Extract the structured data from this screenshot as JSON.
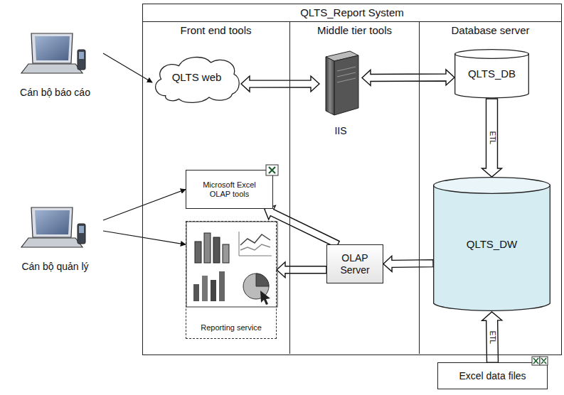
{
  "diagram": {
    "nodes": [
      {
        "text": [
          "QLTS_Report System"
        ]
      },
      {
        "text": [
          "Front end tools"
        ],
        "in": 0
      },
      {
        "text": [
          "Middle tier tools"
        ],
        "in": 0
      },
      {
        "text": [
          "Database server"
        ],
        "in": 0
      },
      {
        "text": [
          "Cán bộ báo cáo"
        ]
      },
      {
        "text": [
          "QLTS web"
        ],
        "in": 1
      },
      {
        "text": [
          "IIS"
        ],
        "in": 2
      },
      {
        "text": [
          "QLTS_DB"
        ],
        "in": 3
      },
      {
        "text": [
          "Cán bộ quản lý"
        ]
      },
      {
        "text": [
          "Microsoft Excel OLAP tools"
        ],
        "in": 1
      },
      {
        "text": [
          "OLAP Server"
        ],
        "in": 2
      },
      {
        "text": [
          "QLTS_DW"
        ],
        "in": 3
      },
      {
        "text": [
          "Reporting service"
        ],
        "in": 1
      },
      {
        "text": [
          "Excel data files"
        ]
      }
    ],
    "edges": [
      {
        "from": 4,
        "to": 5,
        "arrow": "to"
      },
      {
        "from": 5,
        "to": 6,
        "arrow": "both"
      },
      {
        "from": 6,
        "to": 7,
        "arrow": "both"
      },
      {
        "from": 7,
        "to": 11,
        "label": "ETL",
        "arrow": "to"
      },
      {
        "from": 8,
        "to": 9,
        "arrow": "to"
      },
      {
        "from": 8,
        "to": 12,
        "arrow": "to"
      },
      {
        "from": 11,
        "to": 10,
        "arrow": "to"
      },
      {
        "from": 10,
        "to": 9,
        "arrow": "to"
      },
      {
        "from": 10,
        "to": 12,
        "arrow": "to"
      },
      {
        "from": 13,
        "to": 11,
        "label": "ETL",
        "arrow": "to"
      }
    ]
  }
}
